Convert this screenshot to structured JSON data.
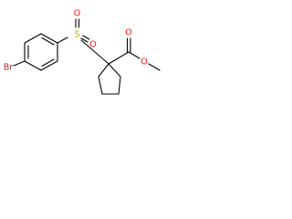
{
  "molecule": {
    "atoms": {
      "bromine": {
        "symbol": "Br",
        "color": "#a62929"
      },
      "sulfur": {
        "symbol": "S",
        "color": "#b4b400"
      },
      "sulfonyl_oxygen_top": {
        "symbol": "O",
        "color": "#ff0d0d"
      },
      "sulfonyl_oxygen_bottom": {
        "symbol": "O",
        "color": "#ff0d0d"
      },
      "carbonyl_oxygen": {
        "symbol": "O",
        "color": "#ff0d0d"
      },
      "ester_oxygen": {
        "symbol": "O",
        "color": "#ff0d0d"
      }
    },
    "bond_color": "#000000"
  }
}
